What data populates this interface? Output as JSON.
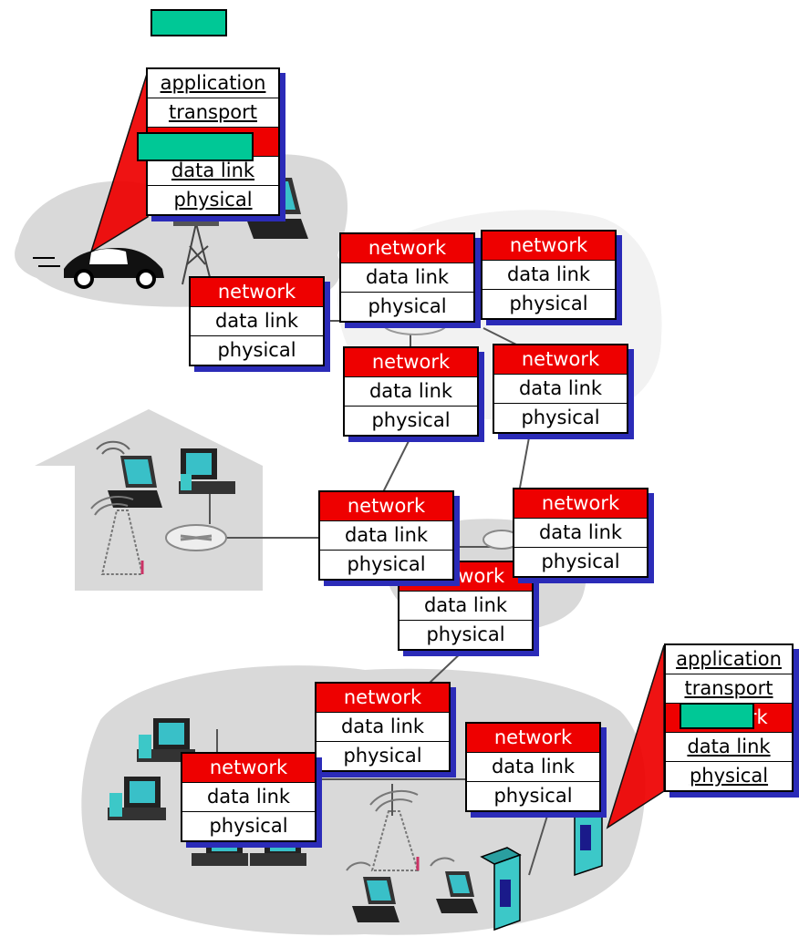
{
  "layers": {
    "application": "application",
    "transport": "transport",
    "network": "network",
    "data_link": "data link",
    "physical": "physical"
  },
  "colors": {
    "network_layer": "#ee0000",
    "stack_shadow": "#2b2bb8",
    "datagram": "#00c896",
    "cloud": "#d9d9d9",
    "callout": "#ee0000",
    "server": "#3cc8c8"
  },
  "icons": [
    "car-icon",
    "cell-tower-icon",
    "laptop-icon",
    "desktop-computer-icon",
    "router-icon",
    "wireless-access-point-icon",
    "server-icon",
    "home-network-icon"
  ]
}
